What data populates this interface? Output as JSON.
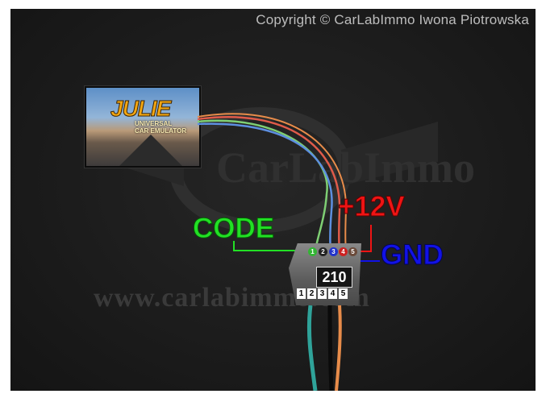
{
  "copyright": "Copyright © CarLabImmo Iwona Piotrowska",
  "watermark": {
    "logo_text": "CarLabImmo",
    "url": "www.carlabimmo.com"
  },
  "device": {
    "brand": "JULIE",
    "subtitle_line1": "UNIVERSAL",
    "subtitle_line2": "CAR EMULATOR"
  },
  "connector": {
    "label": "210",
    "pins_top": [
      "1",
      "2",
      "3",
      "4",
      "5"
    ],
    "pins_bottom": [
      "1",
      "2",
      "3",
      "4",
      "5"
    ]
  },
  "annotations": {
    "code": "CODE",
    "power": "+12V",
    "ground": "GND"
  },
  "colors": {
    "code": "#22e025",
    "power": "#ee1414",
    "ground": "#1212e6",
    "background": "#1c1c1c"
  }
}
